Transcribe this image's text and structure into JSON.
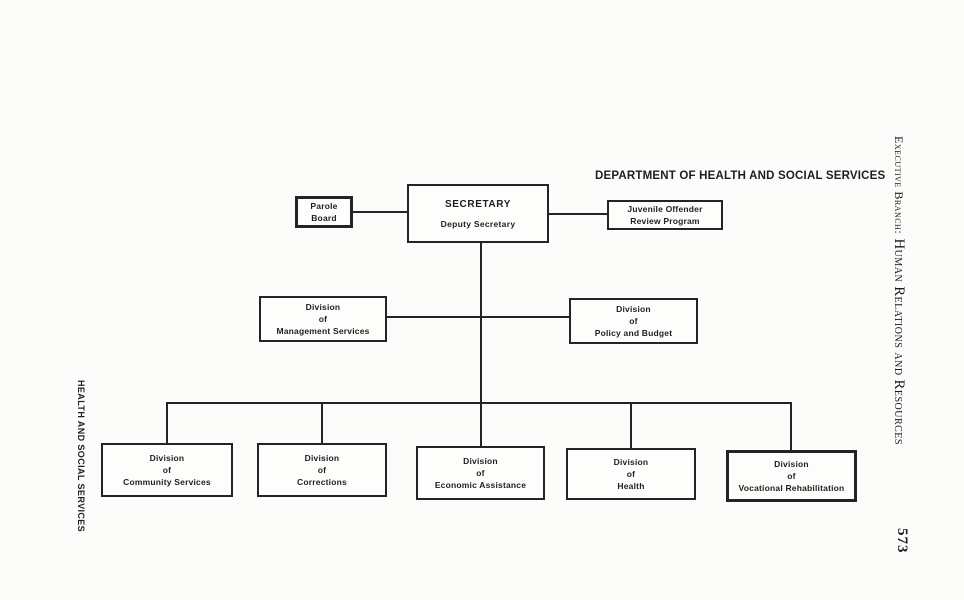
{
  "page": {
    "title": "DEPARTMENT OF HEALTH AND SOCIAL SERVICES",
    "left_margin_label": "HEALTH AND SOCIAL SERVICES",
    "right_margin_label_prefix": "Executive Branch:",
    "right_margin_label_main": "Human Relations and Resources",
    "page_number": "573"
  },
  "colors": {
    "paper": "#fcfcfa",
    "ink": "#242424"
  },
  "chart": {
    "parole_board": {
      "line1": "Parole",
      "line2": "Board"
    },
    "secretary": {
      "title": "SECRETARY",
      "subtitle": "Deputy Secretary"
    },
    "juvenile_offender": {
      "line1": "Juvenile Offender",
      "line2": "Review Program"
    },
    "management_services": {
      "line1": "Division",
      "line2": "of",
      "line3": "Management Services"
    },
    "policy_budget": {
      "line1": "Division",
      "line2": "of",
      "line3": "Policy and Budget"
    },
    "community_services": {
      "line1": "Division",
      "line2": "of",
      "line3": "Community Services"
    },
    "corrections": {
      "line1": "Division",
      "line2": "of",
      "line3": "Corrections"
    },
    "economic_assistance": {
      "line1": "Division",
      "line2": "of",
      "line3": "Economic Assistance"
    },
    "health": {
      "line1": "Division",
      "line2": "of",
      "line3": "Health"
    },
    "vocational_rehabilitation": {
      "line1": "Division",
      "line2": "of",
      "line3": "Vocational Rehabilitation"
    }
  }
}
